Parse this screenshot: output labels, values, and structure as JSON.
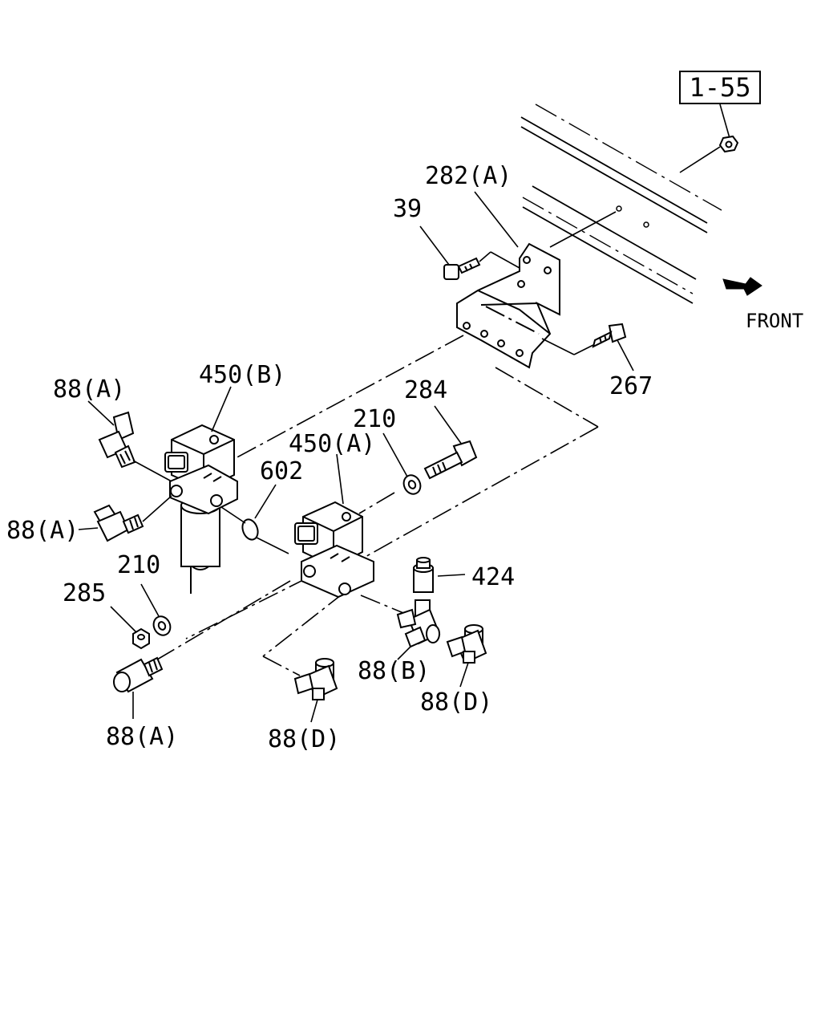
{
  "reference": {
    "label": "1-55"
  },
  "front": {
    "label": "FRONT"
  },
  "callouts": {
    "c282a": "282(A)",
    "c39": "39",
    "c267": "267",
    "c284": "284",
    "c210_upper": "210",
    "c450b": "450(B)",
    "c450a": "450(A)",
    "c602": "602",
    "c88a_top": "88(A)",
    "c88a_mid": "88(A)",
    "c88a_bottom": "88(A)",
    "c210_lower": "210",
    "c285": "285",
    "c424": "424",
    "c88b": "88(B)",
    "c88d_right": "88(D)",
    "c88d_bottom": "88(D)"
  }
}
